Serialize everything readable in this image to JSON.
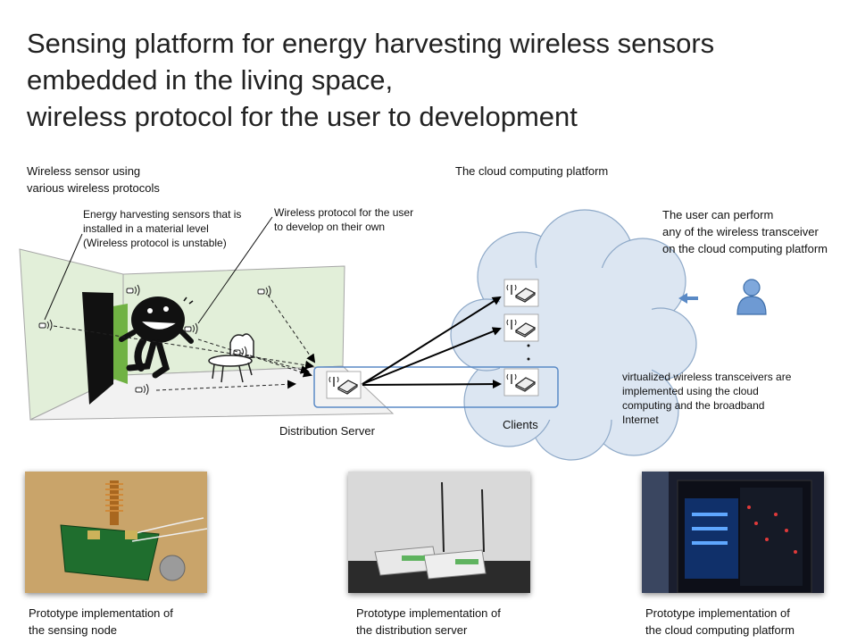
{
  "title": {
    "line1": "Sensing platform for energy harvesting wireless sensors",
    "line2": "embedded in the living space,",
    "line3": "wireless protocol for the user to development"
  },
  "labels": {
    "wireless_sensor": [
      "Wireless sensor using",
      "various wireless protocols"
    ],
    "energy_harvesting": [
      "Energy harvesting sensors that is",
      "installed in a material level",
      "(Wireless protocol is unstable)"
    ],
    "wireless_protocol_user": [
      "Wireless protocol for the user",
      "to develop on their own"
    ],
    "cloud_platform": "The cloud computing platform",
    "user_can_perform": [
      "The user can perform",
      "any of the wireless transceiver",
      "on the cloud computing platform"
    ],
    "virtualized": [
      "virtualized wireless transceivers are",
      "implemented using the cloud",
      "computing and the broadband",
      "Internet"
    ],
    "clients": "Clients",
    "distribution_server": "Distribution Server"
  },
  "captions": {
    "sensing_node": [
      "Prototype  implementation  of",
      "the sensing node"
    ],
    "distribution_server": [
      "Prototype  implementation  of",
      "the distribution server"
    ],
    "cloud_platform": [
      "Prototype  implementation  of",
      "the cloud computing platform"
    ]
  },
  "colors": {
    "wall": "#e2efd9",
    "floor": "#f2f2f2",
    "cloud": "#dce6f2",
    "cloud_stroke": "#8ea9c8",
    "accent_blue": "#5a8ac6",
    "door_green": "#70b243"
  },
  "icons": {
    "user": "person-icon",
    "transceiver": "wireless-router-icon",
    "sensor": "wireless-sensor-icon"
  }
}
